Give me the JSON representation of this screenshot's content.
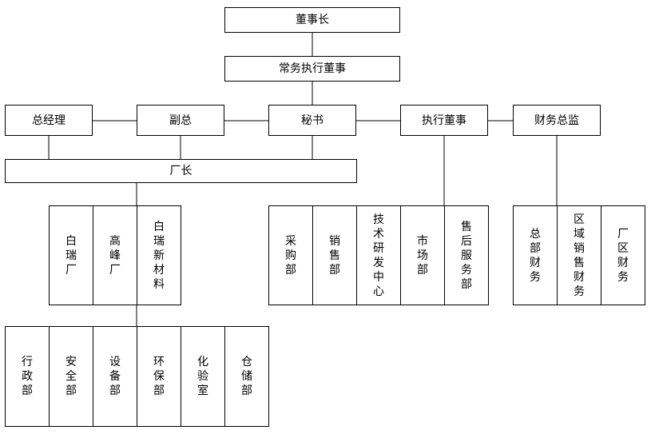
{
  "nodes": {
    "chairman": "董事长",
    "executive_director_standing": "常务执行董事",
    "general_manager": "总经理",
    "deputy_general": "副总",
    "secretary": "秘书",
    "executive_director": "执行董事",
    "finance_director": "财务总监",
    "factory_director": "厂长",
    "bairui_factory": "白瑞厂",
    "gaofeng_factory": "高峰厂",
    "bairui_new_materials": "白瑞新材料",
    "purchasing_dept": "采购部",
    "sales_dept": "销售部",
    "rd_center": "技术研发中心",
    "marketing_dept": "市场部",
    "after_sales_dept": "售后服务部",
    "hq_finance": "总部财务",
    "regional_sales_finance": "区域销售财务",
    "plant_finance": "厂区财务",
    "admin_dept": "行政部",
    "safety_dept": "安全部",
    "equipment_dept": "设备部",
    "environmental_dept": "环保部",
    "laboratory": "化验室",
    "warehouse_dept": "仓储部"
  }
}
